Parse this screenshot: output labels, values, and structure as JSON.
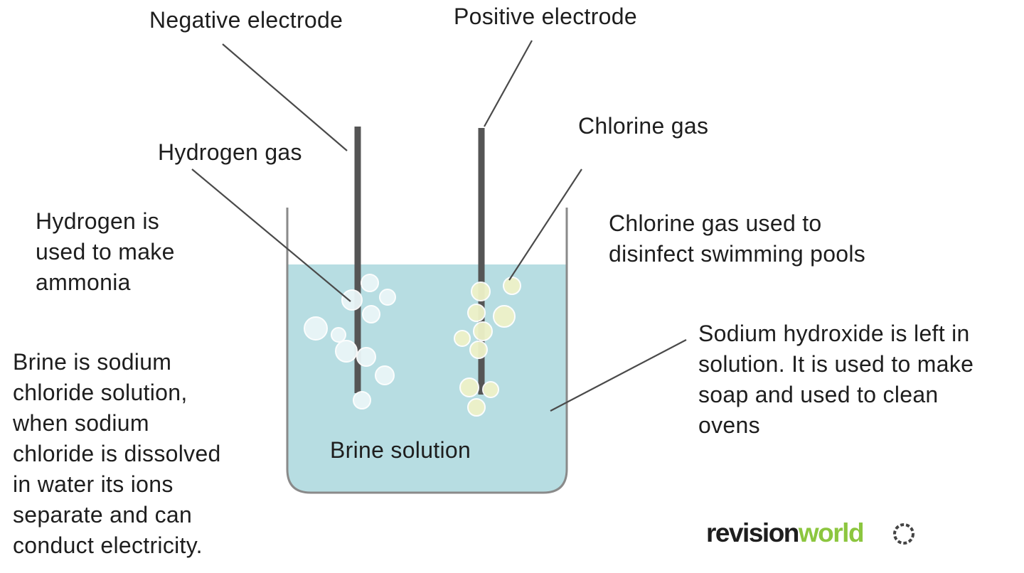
{
  "labels": {
    "negative_electrode": "Negative electrode",
    "positive_electrode": "Positive electrode",
    "hydrogen_gas": "Hydrogen gas",
    "chlorine_gas": "Chlorine gas",
    "hydrogen_use": "Hydrogen is\nused to make\nammonia",
    "chlorine_use": "Chlorine gas used to\ndisinfect  swimming pools",
    "sodium_hydroxide": "Sodium hydroxide is left  in\nsolution. It is used to make\nsoap and used to clean\novens",
    "brine_info": "Brine is sodium\nchloride solution,\nwhen sodium\nchloride is dissolved\nin water its ions\nseparate and can\nconduct electricity.",
    "brine_solution": "Brine solution"
  },
  "brand": {
    "part1": "revision",
    "part2": "world"
  },
  "colors": {
    "solution": "#b7dde2",
    "beaker_outline": "#8a8a8a",
    "electrode": "#555555",
    "leader_line": "#4a4a4a",
    "hydrogen_bubble": "#eaf6f8",
    "chlorine_bubble": "#eef2c8",
    "brand_green": "#8cc63f"
  },
  "icons": {
    "brand": "gear-icon"
  }
}
